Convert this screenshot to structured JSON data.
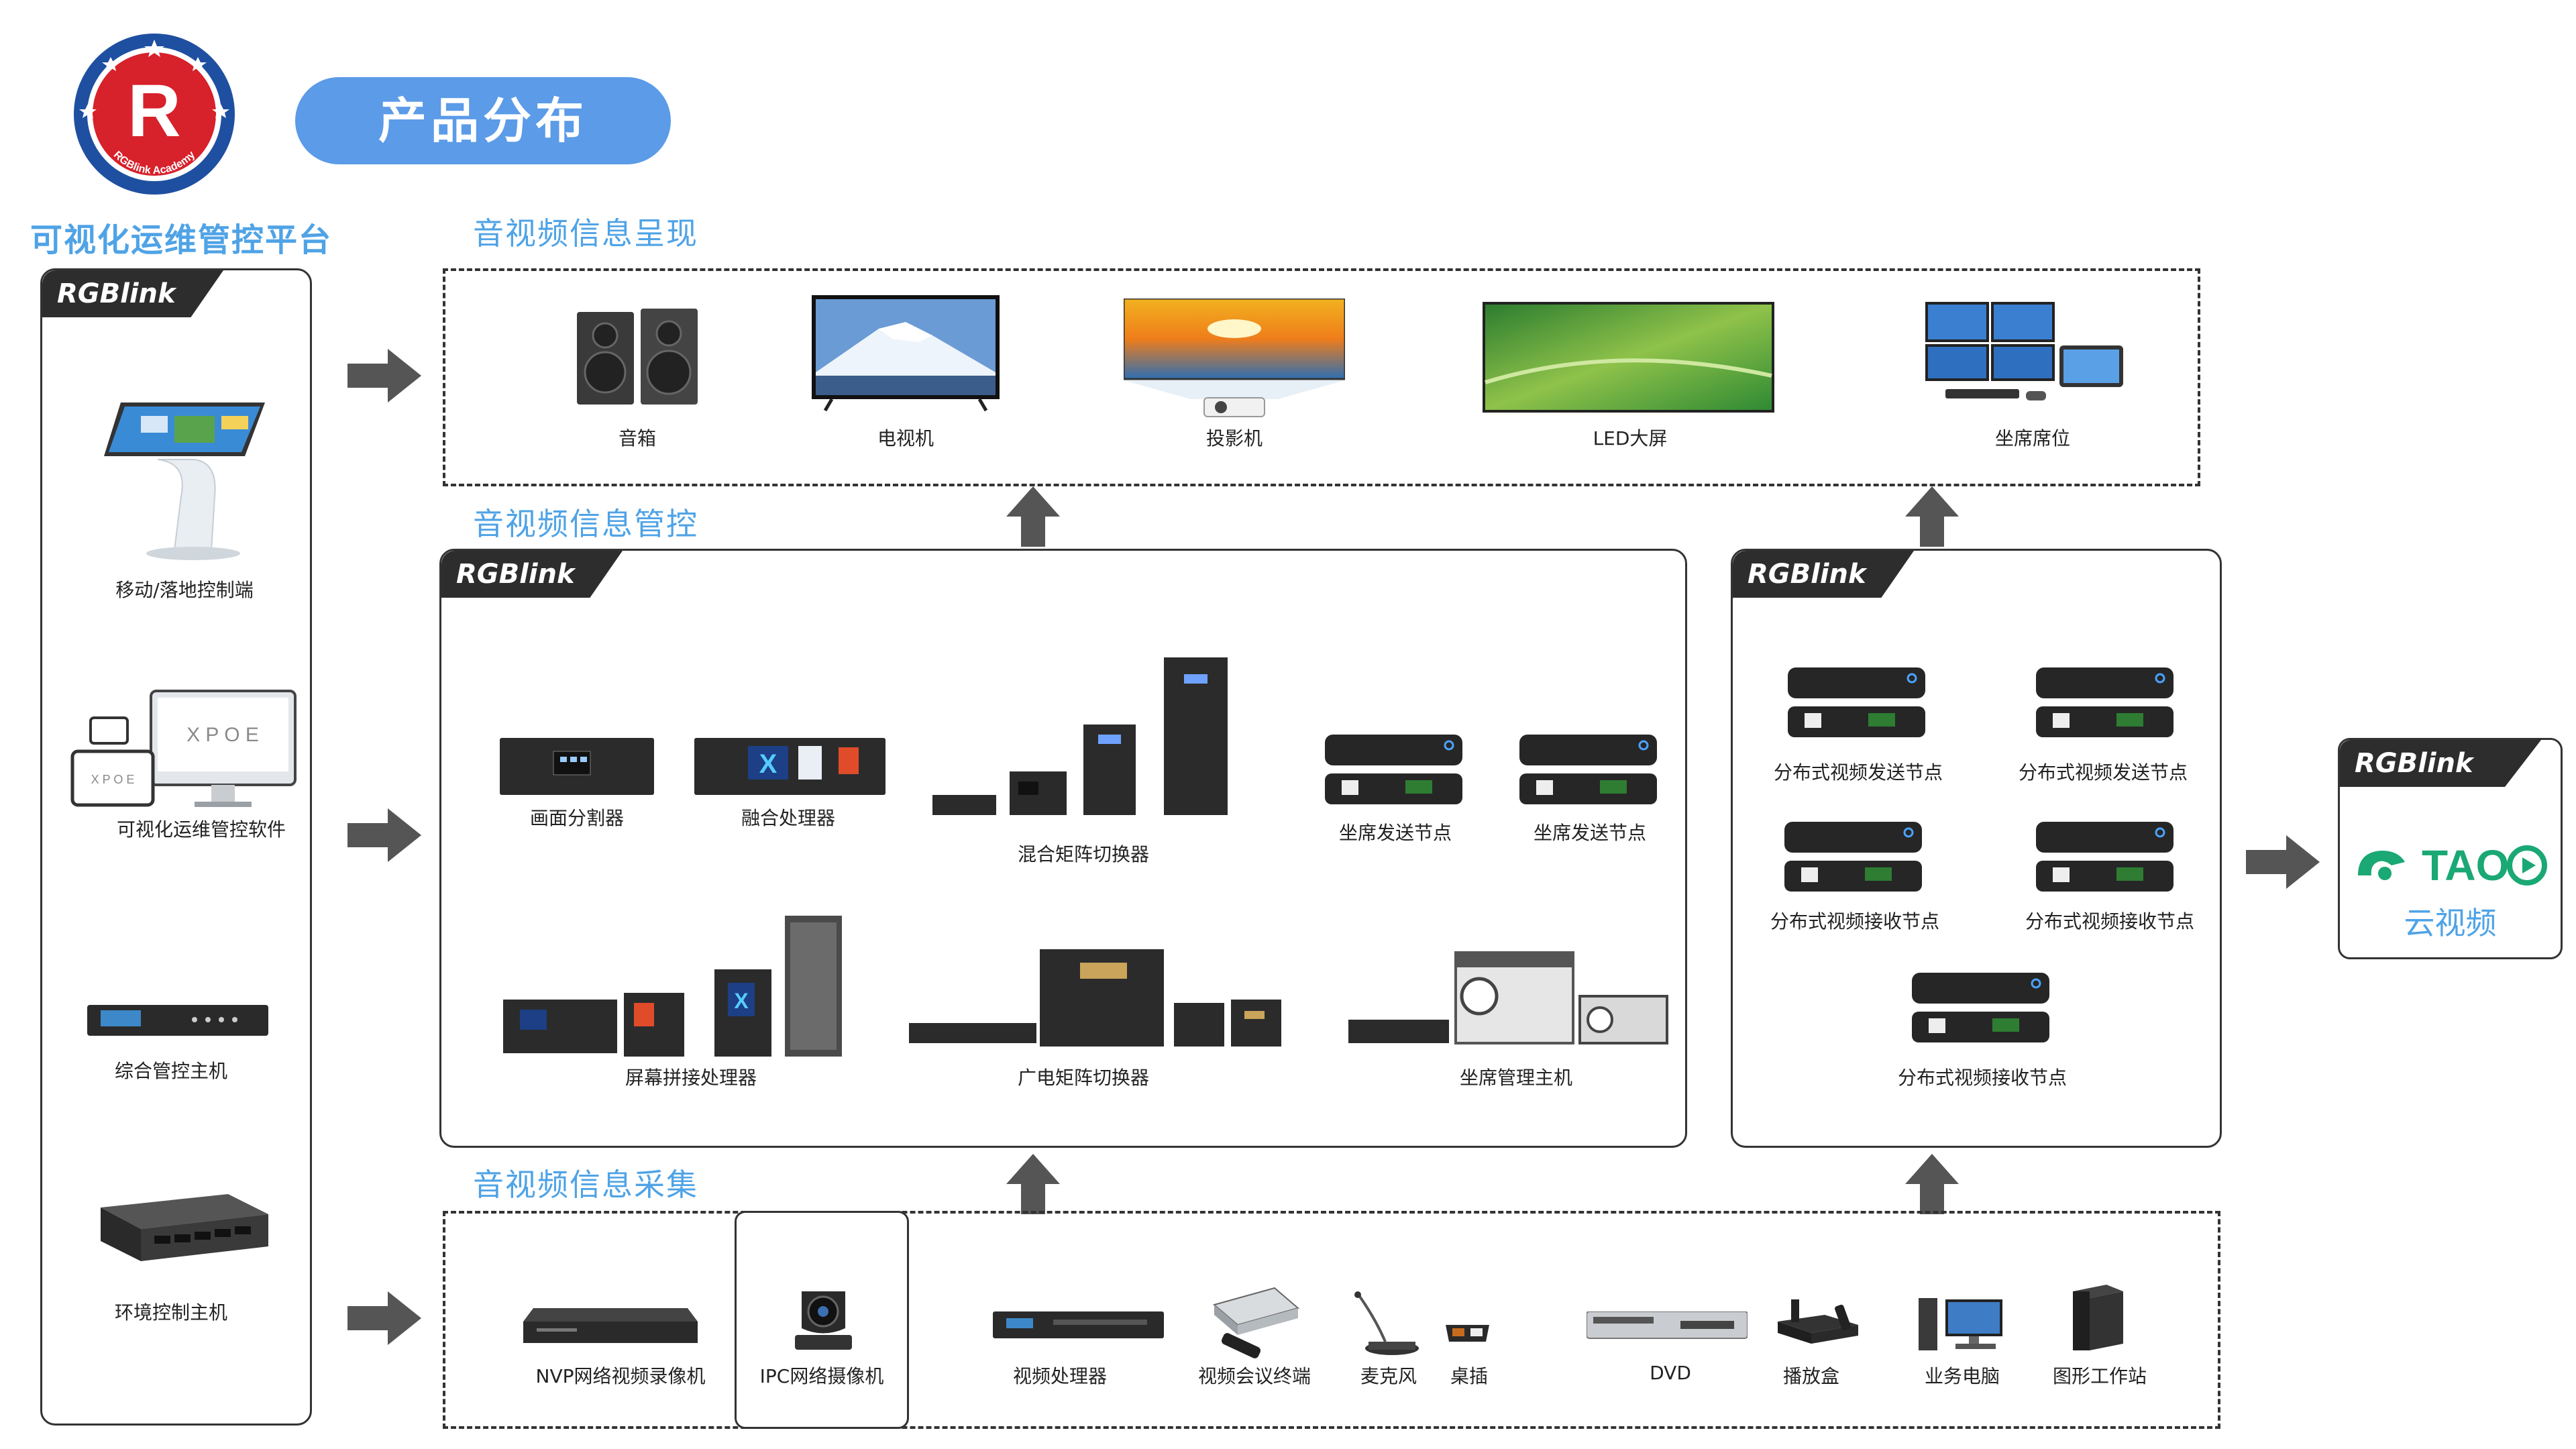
{
  "header": {
    "badge_title": "产品分布",
    "logo_letter": "R",
    "logo_ring_text": "RGBlink Academy",
    "platform_title": "可视化运维管控平台"
  },
  "brand": {
    "name": "RGBlink",
    "accent": "#4fa3e6",
    "badge_bg": "#5b9be8",
    "tao_green": "#1aa874"
  },
  "sidebar": {
    "items": [
      {
        "label": "移动/落地控制端",
        "icon": "kiosk-icon"
      },
      {
        "label": "可视化运维管控软件",
        "icon": "devices-icon"
      },
      {
        "label": "综合管控主机",
        "icon": "rack-unit-icon"
      },
      {
        "label": "环境控制主机",
        "icon": "control-host-icon"
      }
    ]
  },
  "sections": {
    "presentation_title": "音视频信息呈现",
    "control_title": "音视频信息管控",
    "capture_title": "音视频信息采集"
  },
  "presentation": {
    "items": [
      "音箱",
      "电视机",
      "投影机",
      "LED大屏",
      "坐席席位"
    ]
  },
  "control": {
    "items": [
      "画面分割器",
      "融合处理器",
      "混合矩阵切换器",
      "坐席发送节点",
      "坐席发送节点",
      "屏幕拼接处理器",
      "广电矩阵切换器",
      "坐席管理主机"
    ]
  },
  "distributed": {
    "items": [
      "分布式视频发送节点",
      "分布式视频发送节点",
      "分布式视频接收节点",
      "分布式视频接收节点",
      "分布式视频接收节点"
    ]
  },
  "capture": {
    "items": [
      "NVP网络视频录像机",
      "IPC网络摄像机",
      "视频处理器",
      "视频会议终端",
      "麦克风",
      "桌插",
      "DVD",
      "播放盒",
      "业务电脑",
      "图形工作站"
    ]
  },
  "cloud": {
    "brand": "TAO",
    "label": "云视频"
  }
}
